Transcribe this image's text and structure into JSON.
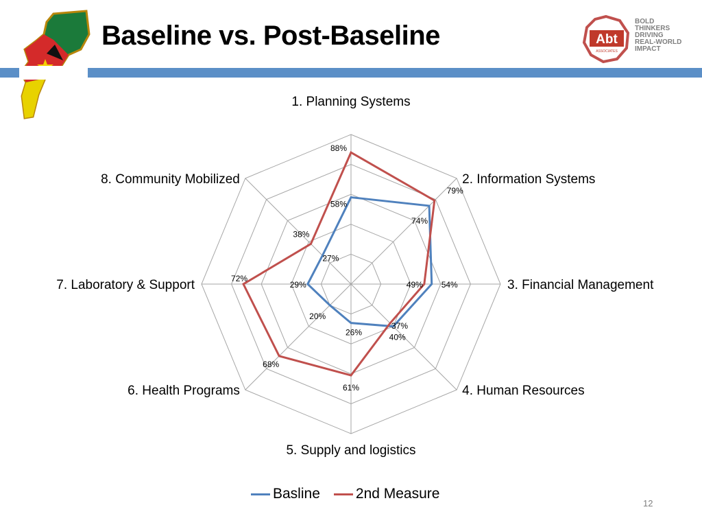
{
  "slide": {
    "title": "Baseline vs. Post-Baseline",
    "page_number": "12"
  },
  "logo": {
    "brand": "Abt",
    "brand_sub": "ASSOCIATES",
    "tagline": [
      "BOLD",
      "THINKERS",
      "DRIVING",
      "REAL-WORLD",
      "IMPACT"
    ],
    "tagline_color": "#7f7f7f",
    "brand_color": "#c0392b"
  },
  "colors": {
    "accent_rule": "#5b8fc7",
    "grid": "#a6a6a6"
  },
  "chart_data": {
    "type": "radar",
    "categories": [
      "1. Planning Systems",
      "2. Information Systems",
      "3. Financial Management",
      "4. Human Resources",
      "5. Supply and logistics",
      "6. Health Programs",
      "7. Laboratory & Support",
      "8. Community Mobilized"
    ],
    "series": [
      {
        "name": "Basline",
        "color": "#4f81bd",
        "values": [
          58,
          74,
          54,
          40,
          26,
          20,
          29,
          27
        ],
        "labels": [
          "58%",
          "74%",
          "54%",
          "40%",
          "26%",
          "20%",
          "29%",
          "27%"
        ]
      },
      {
        "name": "2nd Measure",
        "color": "#c0504d",
        "values": [
          88,
          79,
          49,
          37,
          61,
          68,
          72,
          38
        ],
        "labels": [
          "88%",
          "79%",
          "49%",
          "37%",
          "61%",
          "68%",
          "72%",
          "38%"
        ]
      }
    ],
    "rmax": 100,
    "grid_rings": 5,
    "legend_position": "bottom"
  }
}
